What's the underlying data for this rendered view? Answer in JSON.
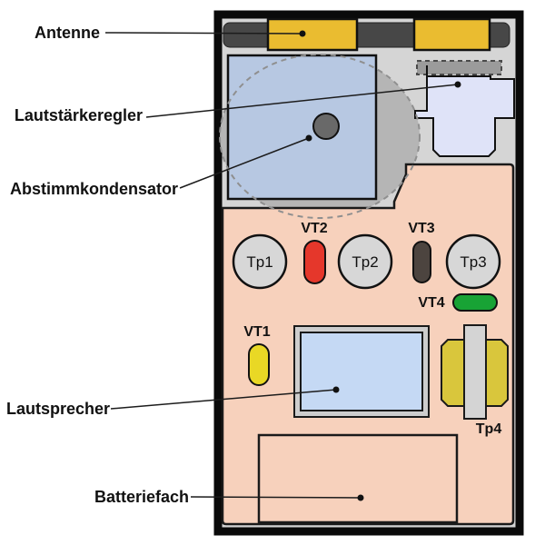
{
  "annotations": {
    "antenne": {
      "label": "Antenne"
    },
    "lautstaerkeregler": {
      "label": "Lautstärkeregler"
    },
    "abstimmkondensator": {
      "label": "Abstimmkondensator"
    },
    "lautsprecher": {
      "label": "Lautsprecher"
    },
    "batteriefach": {
      "label": "Batteriefach"
    }
  },
  "component_labels": {
    "vt1": "VT1",
    "vt2": "VT2",
    "vt3": "VT3",
    "vt4": "VT4",
    "tp1": "Tp1",
    "tp2": "Tp2",
    "tp3": "Tp3",
    "tp4": "Tp4"
  },
  "colors": {
    "page_background": "#ffffff",
    "device_body": "#d5d5d5",
    "frame": "#0a0a0a",
    "antenna_rod": "#474747",
    "antenna_coil": "#eabc30",
    "dial_disk": "#b5b5b5",
    "dial_outline": "#8f8f8f",
    "tuning_capacitor": "#b7c8e2",
    "knob": "#696969",
    "volume_mount": "#9b9b9b",
    "volume_control": "#dfe3f8",
    "pcb": "#f7d1bc",
    "test_point": "#d7d7d7",
    "vt1_fill": "#e9d825",
    "vt2_fill": "#e5372b",
    "vt3_fill": "#4c443f",
    "vt4_fill": "#18a335",
    "speaker_frame": "#cdcdcd",
    "speaker_membrane": "#c5d9f4",
    "tp4_coil": "#d9c63c",
    "tp4_tab": "#d4d4d4",
    "battery": "#f7d1bc",
    "annotation_line": "#1c1c1c"
  }
}
